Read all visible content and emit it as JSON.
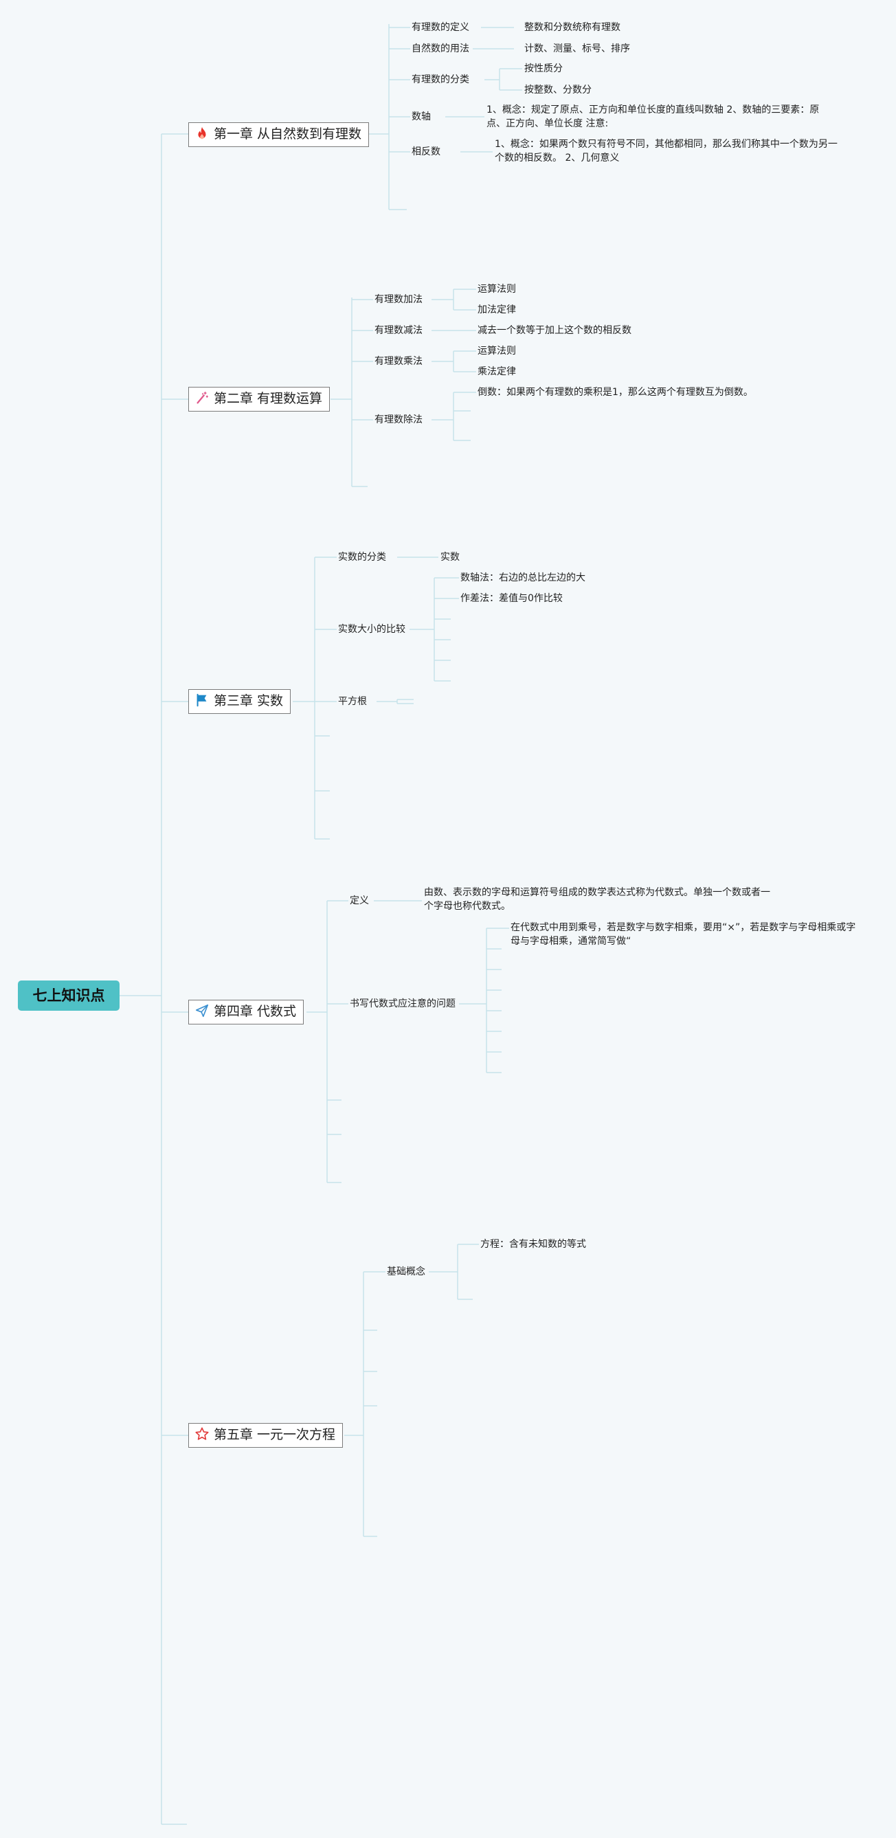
{
  "root": {
    "label": "七上知识点"
  },
  "colors": {
    "root_fill": "#4fc1c6",
    "line": "#c6e3ea",
    "fire_icon": "#e8332a",
    "wand_icon": "#e05a8c",
    "flag_icon": "#1e88c8",
    "send_icon": "#3a8fd0",
    "star_icon": "#e23b3b"
  },
  "chapters": [
    {
      "label": "第一章 从自然数到有理数",
      "icon": "fire-icon",
      "topics": [
        {
          "label": "有理数的定义",
          "details": [
            "整数和分数统称有理数"
          ]
        },
        {
          "label": "自然数的用法",
          "details": [
            "计数、测量、标号、排序"
          ]
        },
        {
          "label": "有理数的分类",
          "details": [
            "按性质分",
            "按整数、分数分"
          ]
        },
        {
          "label": "数轴",
          "details": [
            "1、概念：规定了原点、正方向和单位长度的直线叫数轴 2、数轴的三要素：原点、正方向、单位长度 注意:"
          ]
        },
        {
          "label": "相反数",
          "details": [
            "1、概念：如果两个数只有符号不同，其他都相同，那么我们称其中一个数为另一个数的相反数。 2、几何意义"
          ]
        }
      ]
    },
    {
      "label": "第二章 有理数运算",
      "icon": "magic-wand-icon",
      "topics": [
        {
          "label": "有理数加法",
          "details": [
            "运算法则",
            "加法定律"
          ]
        },
        {
          "label": "有理数减法",
          "details": [
            "减去一个数等于加上这个数的相反数"
          ]
        },
        {
          "label": "有理数乘法",
          "details": [
            "运算法则",
            "乘法定律"
          ]
        },
        {
          "label": "有理数除法",
          "details": [
            "倒数：如果两个有理数的乘积是1，那么这两个有理数互为倒数。"
          ]
        }
      ]
    },
    {
      "label": "第三章 实数",
      "icon": "flag-icon",
      "topics": [
        {
          "label": "实数的分类",
          "details": [
            "实数"
          ]
        },
        {
          "label": "实数大小的比较",
          "details": [
            "数轴法：右边的总比左边的大",
            "作差法：差值与0作比较"
          ]
        },
        {
          "label": "平方根",
          "details": []
        }
      ]
    },
    {
      "label": "第四章 代数式",
      "icon": "paper-plane-icon",
      "topics": [
        {
          "label": "定义",
          "details": [
            "由数、表示数的字母和运算符号组成的数学表达式称为代数式。单独一个数或者一个字母也称代数式。"
          ]
        },
        {
          "label": "书写代数式应注意的问题",
          "details": [
            "在代数式中用到乘号，若是数字与数字相乘，要用“×”，若是数字与字母相乘或字母与字母相乘，通常简写做“"
          ]
        }
      ]
    },
    {
      "label": "第五章 一元一次方程",
      "icon": "star-icon",
      "topics": [
        {
          "label": "基础概念",
          "details": [
            "方程：含有未知数的等式"
          ]
        }
      ]
    }
  ]
}
